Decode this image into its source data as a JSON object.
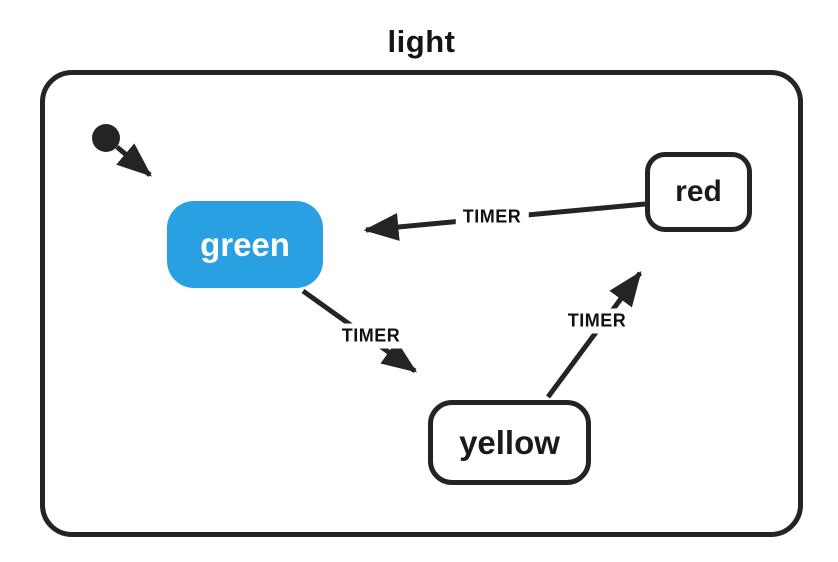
{
  "diagram": {
    "type": "state-machine",
    "title": "light",
    "initial_state": "green",
    "active_state": "green",
    "states": [
      {
        "id": "green",
        "label": "green",
        "active": true
      },
      {
        "id": "yellow",
        "label": "yellow",
        "active": false
      },
      {
        "id": "red",
        "label": "red",
        "active": false
      }
    ],
    "transitions": [
      {
        "from": "green",
        "to": "yellow",
        "label": "TIMER"
      },
      {
        "from": "yellow",
        "to": "red",
        "label": "TIMER"
      },
      {
        "from": "red",
        "to": "green",
        "label": "TIMER"
      }
    ],
    "colors": {
      "active_state_fill": "#29A0E2",
      "active_state_text": "#FFFFFF",
      "state_fill": "#FFFFFF",
      "state_text": "#1A1A1A",
      "line": "#242424",
      "background": "#FFFFFF"
    }
  }
}
